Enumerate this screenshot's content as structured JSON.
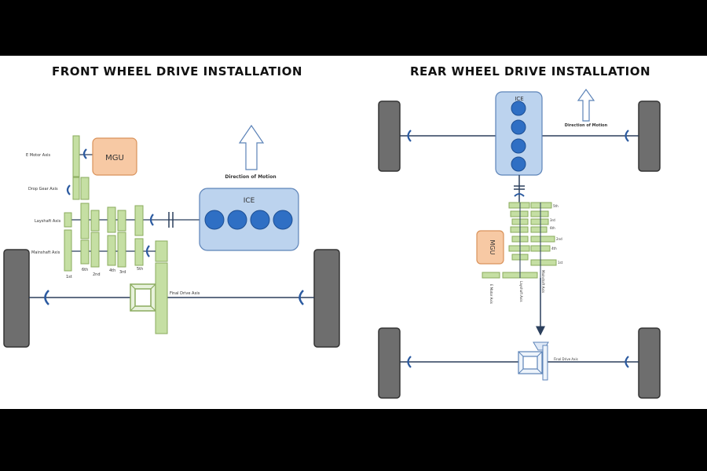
{
  "front": {
    "title": "FRONT WHEEL DRIVE INSTALLATION",
    "engine_label": "ICE",
    "mgu_label": "MGU",
    "direction_label": "Direction of Motion",
    "axis_labels": {
      "e_motor": "E Motor Axis",
      "drop_gear": "Drop Gear Axis",
      "layshaft": "Layshaft Axis",
      "mainshaft": "Mainshaft Axis",
      "final_drive": "Final Drive Axis"
    },
    "gear_labels": [
      "1st",
      "6th",
      "2nd",
      "4th",
      "3rd",
      "5th"
    ]
  },
  "rear": {
    "title": "REAR WHEEL DRIVE INSTALLATION",
    "engine_label": "ICE",
    "mgu_label": "MGU",
    "direction_label": "Direction of Motion",
    "gear_labels": [
      "5th",
      "3rd",
      "6th",
      "2nd",
      "4th",
      "1st"
    ],
    "axis_labels": {
      "e_motor": "E Motor Axis",
      "layshaft": "Layshaft Axis",
      "mainshaft": "Mainshaft Axis",
      "final_drive": "Final Drive Axis"
    }
  },
  "colors": {
    "gear_fill": "#c5dfa3",
    "gear_stroke": "#8aab5e",
    "engine_fill": "#bcd3ee",
    "engine_stroke": "#5c83b8",
    "cylinder": "#2f6fc4",
    "mgu_fill": "#f7c9a4",
    "mgu_stroke": "#d9925a",
    "wheel": "#6e6e6e",
    "shaft": "#2b3f5c"
  }
}
